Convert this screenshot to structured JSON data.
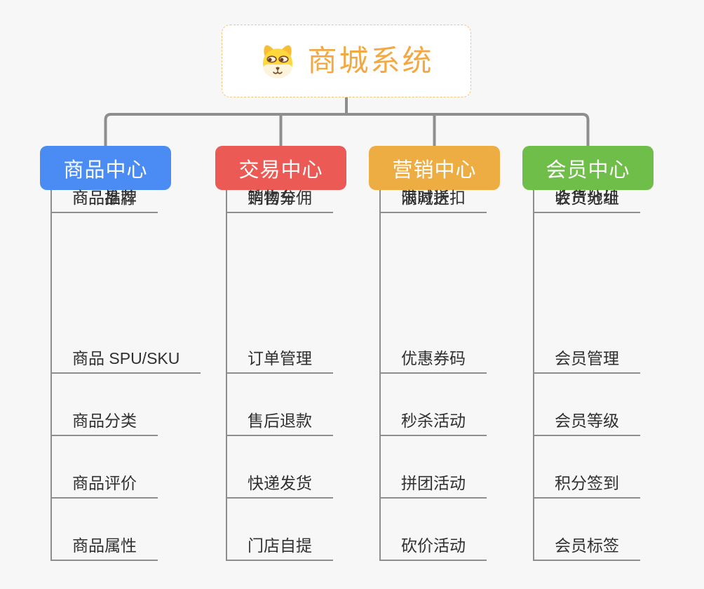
{
  "theme": {
    "background": "#f7f7f7",
    "connector_color": "#8e8e8e",
    "leaf_text_color": "#303030",
    "node_text_color": "#ffffff",
    "root_text_color": "#f3a943",
    "root_border_color": "#f2c47c",
    "root_background": "#ffffff"
  },
  "root": {
    "title": "商城系统",
    "icon": "dog-face-icon"
  },
  "branches": [
    {
      "label": "商品中心",
      "color": "#4a8cf4",
      "items": [
        "商品 SPU/SKU",
        "商品分类",
        "商品评价",
        "商品属性",
        "商品推荐",
        "商品品牌"
      ]
    },
    {
      "label": "交易中心",
      "color": "#ec5a55",
      "items": [
        "订单管理",
        "售后退款",
        "快递发货",
        "门店自提",
        "购物车",
        "销售分佣"
      ]
    },
    {
      "label": "营销中心",
      "color": "#eead43",
      "items": [
        "优惠券码",
        "秒杀活动",
        "拼团活动",
        "砍价活动",
        "限时折扣",
        "满减送"
      ]
    },
    {
      "label": "会员中心",
      "color": "#6fbe49",
      "items": [
        "会员管理",
        "会员等级",
        "积分签到",
        "会员标签",
        "会员分组",
        "收货地址"
      ]
    }
  ]
}
